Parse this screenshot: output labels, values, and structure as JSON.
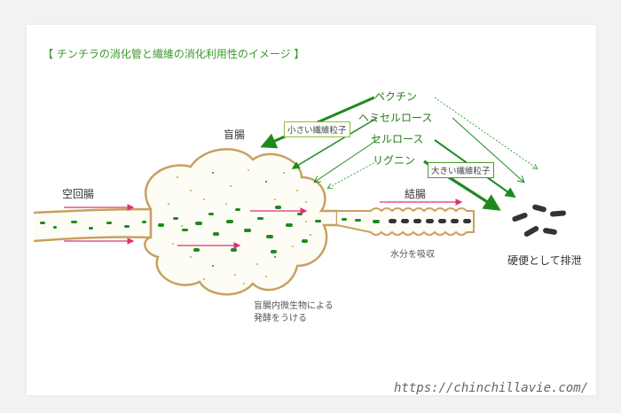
{
  "title": "【 チンチラの消化管と繊維の消化利用性のイメージ 】",
  "organs": {
    "ileum": "空回腸",
    "cecum": "盲腸",
    "colon": "結腸"
  },
  "fibers": [
    "ペクチン",
    "ヘミセルロース",
    "セルロース",
    "リグニン"
  ],
  "particle_labels": {
    "small": "小さい繊維粒子",
    "large": "大きい繊維粒子"
  },
  "notes": {
    "fermentation_line1": "盲腸内微生物による",
    "fermentation_line2": "発酵をうける",
    "water": "水分を吸収",
    "excretion": "硬便として排泄"
  },
  "colors": {
    "gut_outline": "#c8a060",
    "gut_fill": "#fdfcf5",
    "fiber_green": "#1e8a1e",
    "arrow_pink": "#e03070",
    "feces": "#333333",
    "title_green": "#3a9a2a"
  },
  "url": "https://chinchillavie.com/"
}
